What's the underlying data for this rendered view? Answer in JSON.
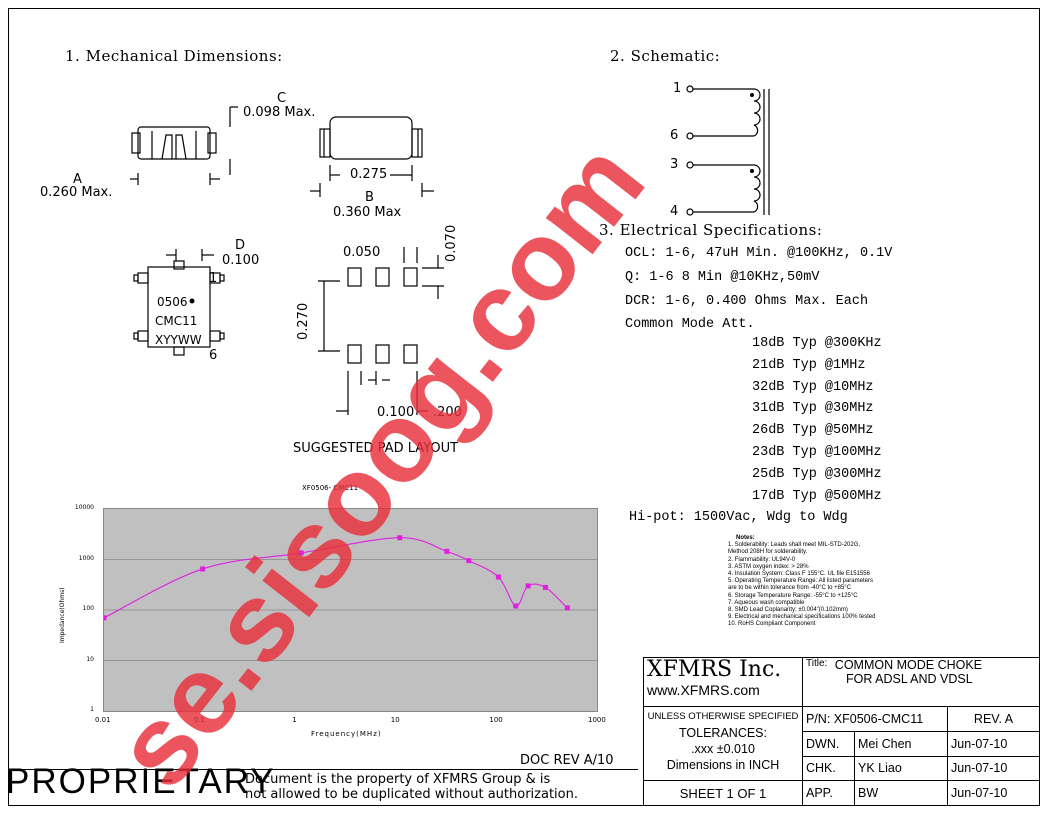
{
  "sections": {
    "mech": "1. Mechanical Dimensions:",
    "schem": "2. Schematic:",
    "elec": "3. Electrical    Specifications:"
  },
  "dims": {
    "c_letter": "C",
    "c_val": "0.098  Max.",
    "a_letter": "A",
    "a_val": "0.260  Max.",
    "b_inner": "0.275",
    "b_letter": "B",
    "b_val": "0.360  Max",
    "d_letter": "D",
    "d_val": "0.100",
    "pin1": "1",
    "pin6": "6",
    "marking": [
      "0506",
      "CMC11",
      "XYYWW"
    ],
    "pad_w": "0.050",
    "pad_h": "0.070",
    "pad_span": "0.270",
    "pad_pitch": "0.100",
    "pad_total": ".200",
    "pad_caption": "SUGGESTED  PAD  LAYOUT"
  },
  "schematic": {
    "pins": [
      "1",
      "6",
      "3",
      "4"
    ]
  },
  "electrical": {
    "lines": [
      "OCL:  1-6, 47uH Min. @100KHz, 0.1V",
      "Q:  1-6 8 Min @10KHz,50mV",
      "DCR:  1-6, 0.400 Ohms Max. Each",
      "Common Mode Att."
    ],
    "att": [
      "18dB  Typ  @300KHz",
      "21dB  Typ  @1MHz",
      "32dB  Typ  @10MHz",
      "31dB  Typ  @30MHz",
      "26dB  Typ  @50MHz",
      "23dB  Typ  @100MHz",
      "25dB  Typ  @300MHz",
      "17dB  Typ  @500MHz"
    ],
    "hipot": "Hi-pot:  1500Vac,  Wdg  to  Wdg"
  },
  "notes": {
    "title": "Notes:",
    "items": [
      "1. Solderability: Leads shall meet MIL-STD-202G,",
      "    Method 208H for solderability.",
      "2. Flammability: UL94V-0",
      "3. ASTM oxygen index: > 28%",
      "4. Insulation System: Class F 155°C. UL file E151556",
      "5. Operating Temperature Range: All listed parameters",
      "    are to be within tolerance from -40°C to +85°C",
      "6. Storage Temperature Range: -55°C to +125°C",
      "7. Aqueous wash compatible",
      "8. SMD Lead Coplanarity: ±0.004\"(0.102mm)",
      "9. Electrical and mechanical specifications 100% tested",
      "10. RoHS Compliant Component"
    ]
  },
  "chart_data": {
    "type": "line",
    "title": "XF0506- CMC11",
    "xlabel": "Frequency(MHz)",
    "ylabel": "Impedance(Ohms)",
    "xscale": "log",
    "yscale": "log",
    "xlim": [
      0.01,
      1000
    ],
    "ylim": [
      1,
      10000
    ],
    "xticks": [
      "0.01",
      "0.1",
      "1",
      "10",
      "100",
      "1000"
    ],
    "yticks": [
      "10000",
      "1000",
      "100",
      "10",
      "1"
    ],
    "grid": true,
    "series_color": "#e020e0",
    "x": [
      0.01,
      0.1,
      1,
      10,
      30,
      50,
      100,
      150,
      200,
      300,
      500
    ],
    "y": [
      70,
      650,
      1350,
      2700,
      1450,
      950,
      450,
      120,
      300,
      280,
      110
    ]
  },
  "footer": {
    "doc_rev": "DOC  REV  A/10",
    "proprietary": "PROPRIETARY",
    "legal1": "Document  is  the  property  of  XFMRS  Group  &  is",
    "legal2": "not  allowed  to  be  duplicated  without  authorization."
  },
  "titleblock": {
    "company": "XFMRS  Inc.",
    "website": "www.XFMRS.com",
    "title_label": "Title:",
    "title1": "COMMON MODE CHOKE",
    "title2": "FOR ADSL AND VDSL",
    "unless": "UNLESS OTHERWISE SPECIFIED",
    "tolerances": "TOLERANCES:",
    "tol_val": ".xxx ±0.010",
    "dimensions": "Dimensions in INCH",
    "sheet": "SHEET  1  OF  1",
    "pn": "P/N:  XF0506-CMC11",
    "rev": "REV.  A",
    "dwn_label": "DWN.",
    "dwn_name": "Mei  Chen",
    "dwn_date": "Jun-07-10",
    "chk_label": "CHK.",
    "chk_name": "YK  Liao",
    "chk_date": "Jun-07-10",
    "app_label": "APP.",
    "app_name": "BW",
    "app_date": "Jun-07-10"
  },
  "watermark": {
    "text": "se.sisoog.com",
    "color": "#e8303a"
  }
}
